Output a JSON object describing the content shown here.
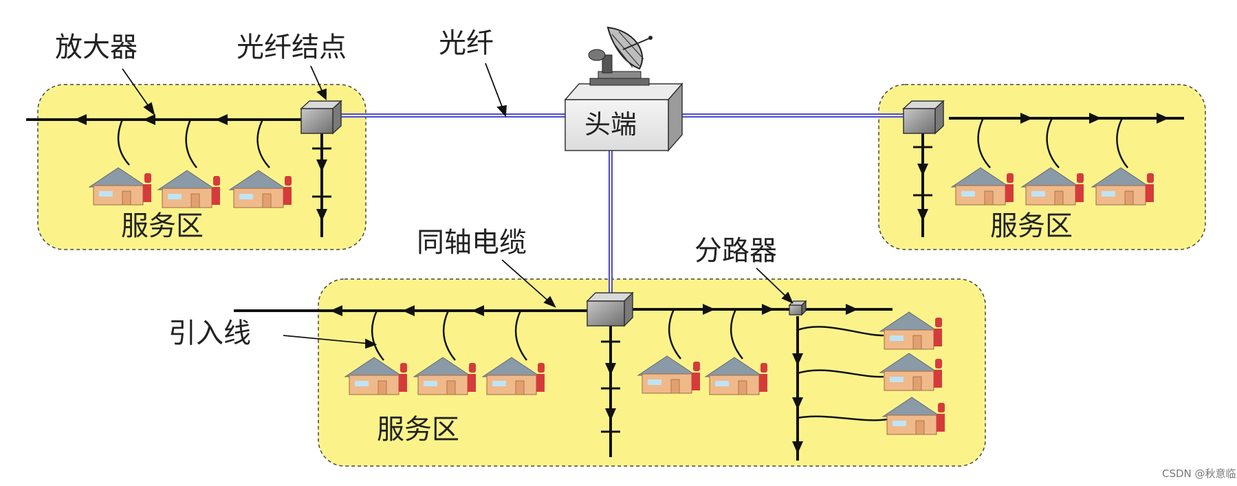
{
  "labels": {
    "amplifier": "放大器",
    "fiber_node": "光纤结点",
    "fiber": "光纤",
    "headend": "头端",
    "coax": "同轴电缆",
    "splitter": "分路器",
    "drop_line": "引入线",
    "service_area_left": "服务区",
    "service_area_right": "服务区",
    "service_area_bottom": "服务区"
  },
  "watermark": "CSDN @秋意临",
  "colors": {
    "service_area_fill": "#fbf38a",
    "fiber": "#4b4bd0",
    "cable": "#111111",
    "house_wall": "#f0b98a",
    "house_roof": "#8a9aa6",
    "node_box": "#9a9a9a"
  },
  "icons": [
    "satellite-dish-icon",
    "house-icon",
    "fiber-node-box",
    "splitter-box"
  ]
}
